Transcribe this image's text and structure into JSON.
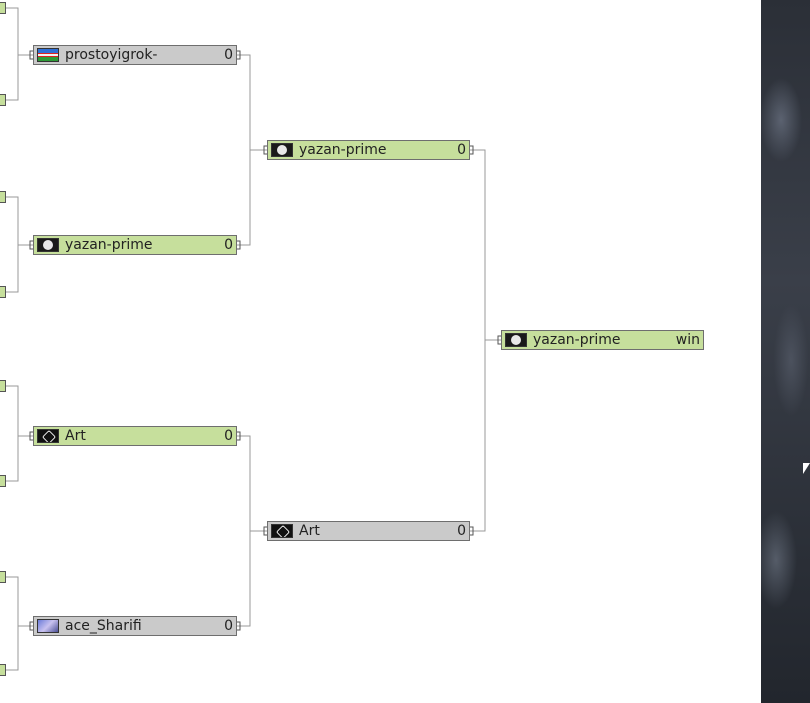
{
  "round1": [
    {
      "name": "prostoyigrok-",
      "score": "0",
      "avatar": "flag-icon",
      "state": "lose"
    },
    {
      "name": "yazan-prime",
      "score": "0",
      "avatar": "face-icon",
      "state": "win"
    },
    {
      "name": "Art",
      "score": "0",
      "avatar": "gear-icon",
      "state": "win"
    },
    {
      "name": "ace_Sharifi",
      "score": "0",
      "avatar": "anime-icon",
      "state": "lose"
    }
  ],
  "round2": [
    {
      "name": "yazan-prime",
      "score": "0",
      "avatar": "face-icon",
      "state": "win"
    },
    {
      "name": "Art",
      "score": "0",
      "avatar": "gear-icon",
      "state": "lose"
    }
  ],
  "final": {
    "name": "yazan-prime",
    "score": "win",
    "avatar": "face-icon",
    "state": "win"
  },
  "colors": {
    "win": "#c6df9c",
    "lose": "#cacaca",
    "line": "#999999"
  }
}
